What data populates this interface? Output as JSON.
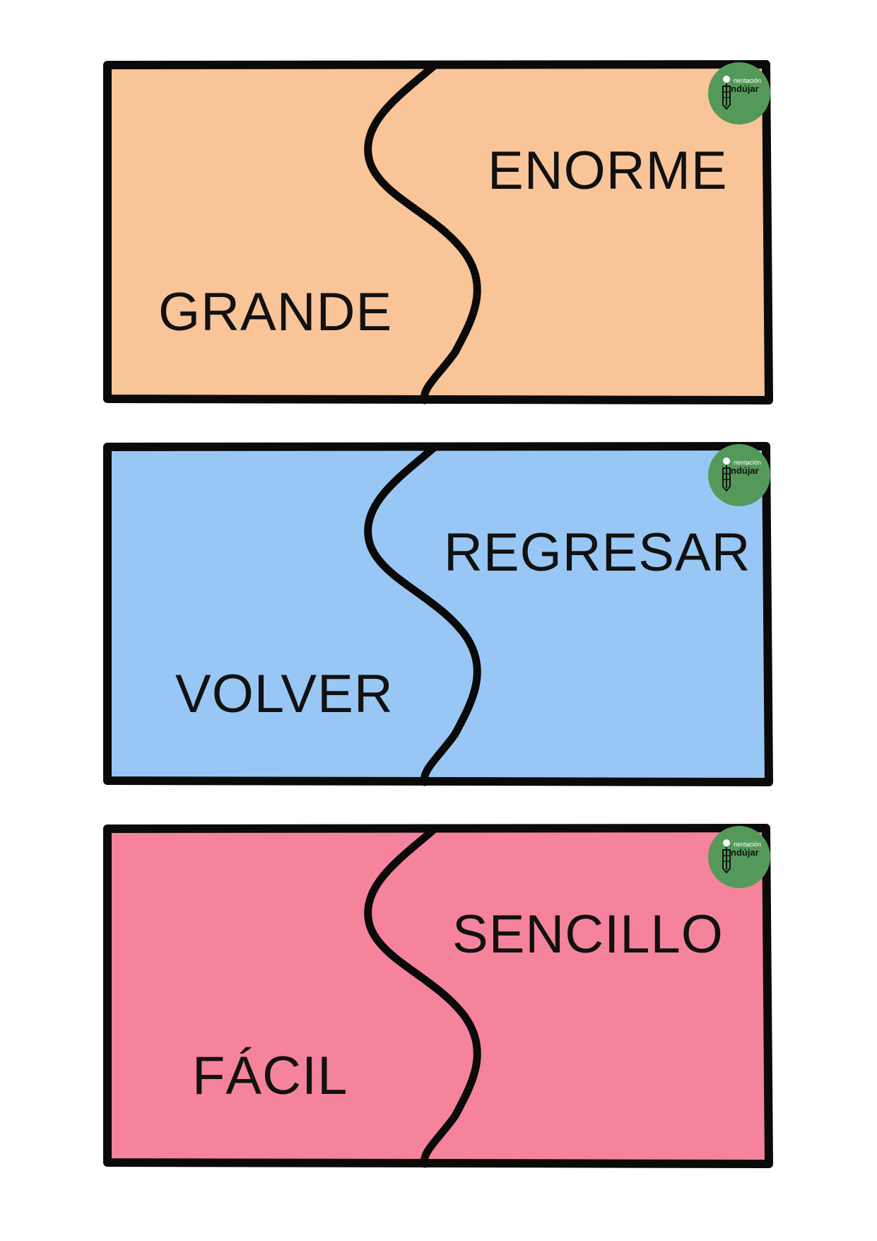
{
  "cards": [
    {
      "fill": "#F8C498",
      "left_word": "GRANDE",
      "right_word": "ENORME",
      "logo": {
        "top_text": "rientación",
        "bottom_text": "ndújar",
        "icon": "pencil-logo-icon"
      }
    },
    {
      "fill": "#99C7F5",
      "left_word": "VOLVER",
      "right_word": "REGRESAR",
      "logo": {
        "top_text": "rientación",
        "bottom_text": "ndújar",
        "icon": "pencil-logo-icon"
      }
    },
    {
      "fill": "#F5839C",
      "left_word": "FÁCIL",
      "right_word": "SENCILLO",
      "logo": {
        "top_text": "rientación",
        "bottom_text": "ndújar",
        "icon": "pencil-logo-icon"
      }
    }
  ],
  "colors": {
    "stroke": "#0A0A0A",
    "logo_green": "#55995A"
  }
}
